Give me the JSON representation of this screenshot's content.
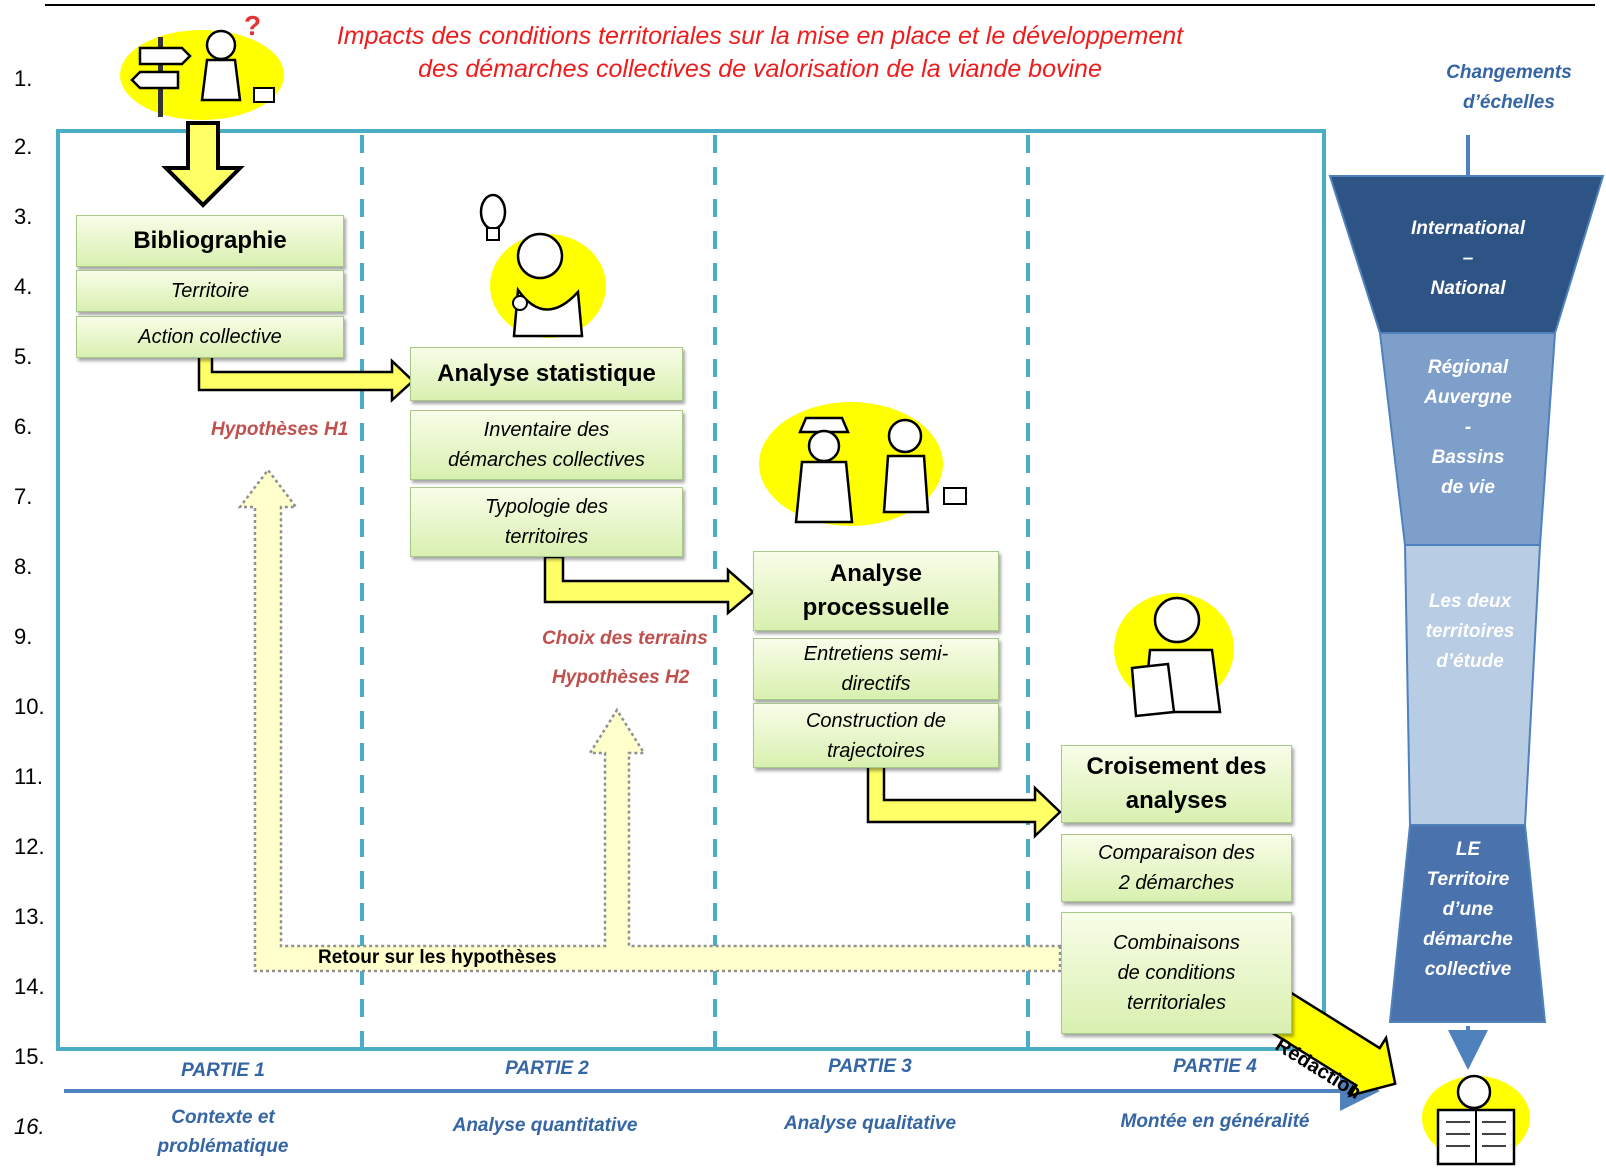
{
  "title": {
    "line1": "Impacts des conditions territoriales sur la mise en place et le développement",
    "line2": "des démarches collectives de valorisation de la viande bovine"
  },
  "line_numbers": [
    "1.",
    "2.",
    "3.",
    "4.",
    "5.",
    "6.",
    "7.",
    "8.",
    "9.",
    "10.",
    "11.",
    "12.",
    "13.",
    "14.",
    "15.",
    "16."
  ],
  "scale_header": {
    "line1": "Changements",
    "line2": "d’échelles"
  },
  "boxes": {
    "bibliographie": "Bibliographie",
    "territoire": "Territoire",
    "action_collective": "Action collective",
    "analyse_statistique": "Analyse statistique",
    "inventaire": {
      "line1": "Inventaire des",
      "line2": "démarches collectives"
    },
    "typologie": {
      "line1": "Typologie des",
      "line2": "territoires"
    },
    "analyse_processuelle": {
      "line1": "Analyse",
      "line2": "processuelle"
    },
    "entretiens": {
      "line1": "Entretiens semi-",
      "line2": "directifs"
    },
    "construction": {
      "line1": "Construction de",
      "line2": "trajectoires"
    },
    "croisement": {
      "line1": "Croisement des",
      "line2": "analyses"
    },
    "comparaison": {
      "line1": "Comparaison des",
      "line2": "2 démarches"
    },
    "combinaisons": {
      "line1": "Combinaisons",
      "line2": "de conditions",
      "line3": "territoriales"
    }
  },
  "annotations": {
    "hypotheses_h1": "Hypothèses  H1",
    "choix_terrains": "Choix des terrains",
    "hypotheses_h2": "Hypothèses  H2",
    "retour": "Retour sur les hypothèses",
    "redaction": "Rédaction"
  },
  "parts": [
    {
      "label": "PARTIE 1",
      "sub1": "Contexte et",
      "sub2": "problématique"
    },
    {
      "label": "PARTIE 2",
      "sub1": "Analyse quantitative",
      "sub2": ""
    },
    {
      "label": "PARTIE 3",
      "sub1": "Analyse qualitative",
      "sub2": ""
    },
    {
      "label": "PARTIE 4",
      "sub1": "Montée en généralité",
      "sub2": ""
    }
  ],
  "funnel": {
    "level1": {
      "line1": "International",
      "line2": "–",
      "line3": "National"
    },
    "level2": {
      "line1": "Régional",
      "line2": "Auvergne",
      "line3": "-",
      "line4": "Bassins",
      "line5": "de vie"
    },
    "level3": {
      "line1": "Les deux",
      "line2": "territoires",
      "line3": "d’étude"
    },
    "level4": {
      "line1": "LE",
      "line2": "Territoire",
      "line3": "d’une",
      "line4": "démarche",
      "line5": "collective"
    }
  },
  "colors": {
    "title_red": "#ee1c1c",
    "annotation_red": "#c0504d",
    "frame_teal": "#4bacc6",
    "part_blue": "#3465a4",
    "arrow_yellow": "#ffff66",
    "funnel_dark": "#2e5385",
    "funnel_light": "#b8cce4"
  },
  "icons": [
    "signpost-person-icon",
    "idea-person-icon",
    "detectives-icon",
    "phone-reader-icon",
    "newspaper-reader-icon"
  ]
}
